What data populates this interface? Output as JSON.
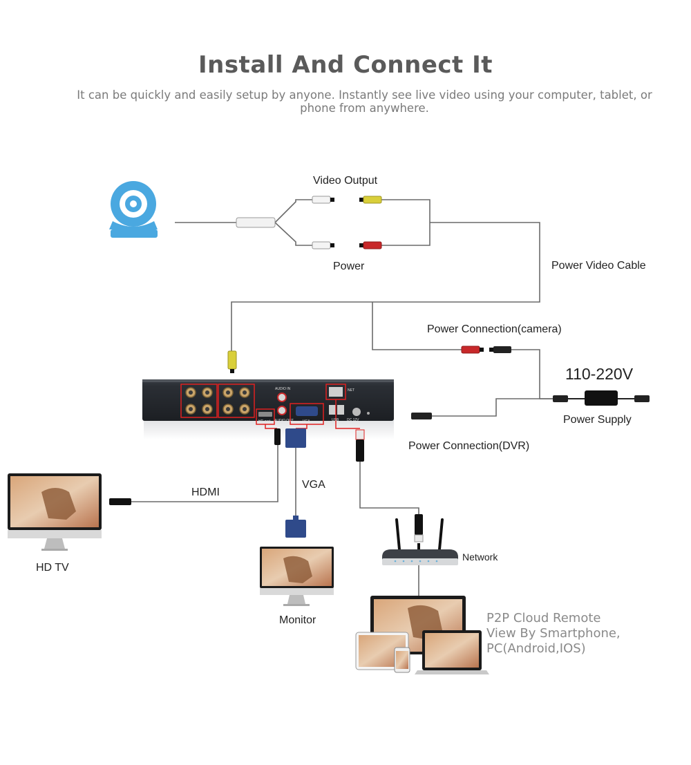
{
  "header": {
    "title": "Install And Connect It",
    "subtitle": "It can be quickly and easily setup by anyone. Instantly see live video using your computer, tablet, or phone from anywhere."
  },
  "labels": {
    "video_output": "Video Output",
    "power": "Power",
    "power_video_cable": "Power Video Cable",
    "power_connection_camera": "Power Connection(camera)",
    "voltage": "110-220V",
    "power_supply": "Power Supply",
    "power_connection_dvr": "Power Connection(DVR)",
    "hdmi": "HDMI",
    "vga": "VGA",
    "network": "Network",
    "hd_tv": "HD TV",
    "monitor": "Monitor",
    "p2p_line1": "P2P Cloud Remote",
    "p2p_line2": "View By Smartphone,",
    "p2p_line3": "PC(Android,IOS)"
  },
  "dvr_port_labels": {
    "audio_in": "AUDIO IN",
    "audio_out": "AUDIO OUT",
    "hdmi_port": "HD port",
    "vga_port": "VGA",
    "usb": "USB",
    "dc12v": "DC 12V",
    "net": "NET"
  },
  "colors": {
    "camera_blue": "#4aa8e0",
    "yellow_plug": "#d9cf3a",
    "red_plug": "#c8282a",
    "highlight_red": "#e02020",
    "vga_blue": "#2f4a8a",
    "text_gray": "#5a5a5a"
  },
  "icons": [
    "camera-icon",
    "dvr-icon",
    "router-icon",
    "tv-icon",
    "monitor-icon",
    "laptop-icon",
    "tablet-icon",
    "phone-icon",
    "power-adapter-icon"
  ]
}
